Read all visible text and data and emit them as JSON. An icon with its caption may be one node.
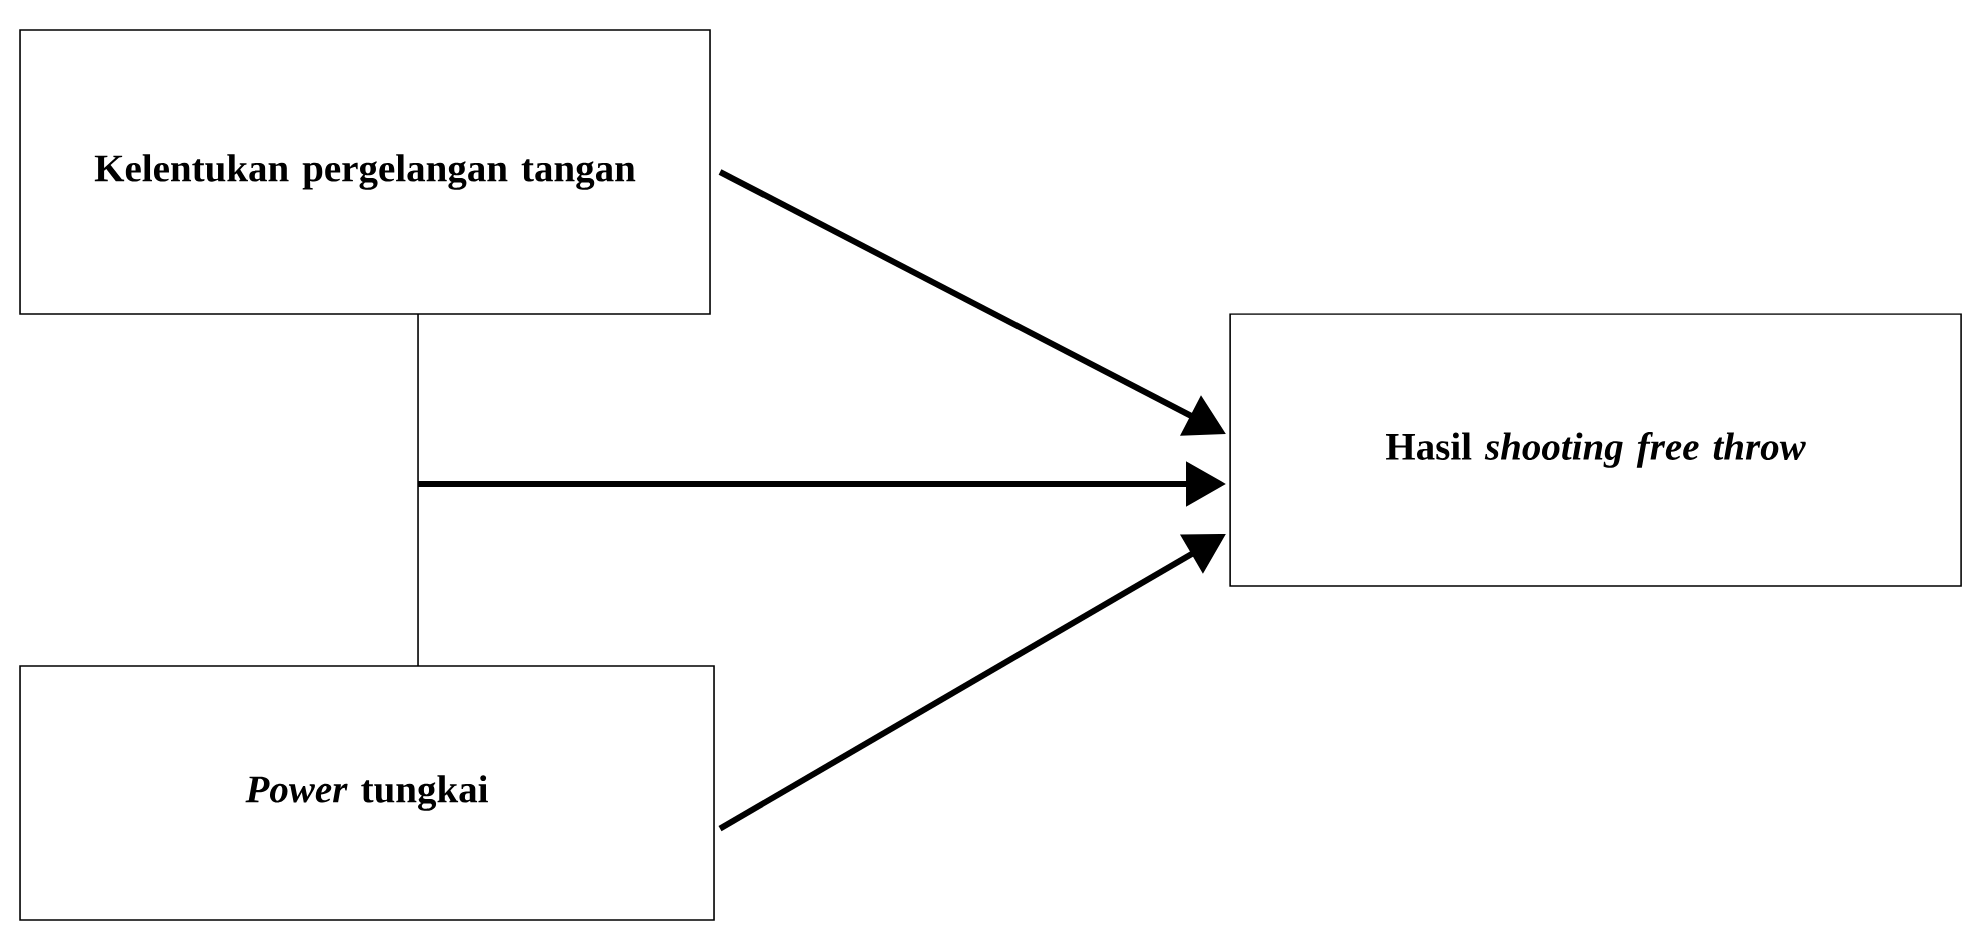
{
  "diagram": {
    "nodes": [
      {
        "text": [
          "Kelentukan pergelangan tangan"
        ]
      },
      {
        "text": [
          "*Power* tungkai"
        ]
      },
      {
        "text": [
          "Hasil *shooting free throw*"
        ]
      }
    ],
    "edges": [
      {
        "from": 0,
        "to": 2,
        "arrow": "to"
      },
      {
        "from": 1,
        "to": 2,
        "arrow": "to"
      },
      {
        "from": 0,
        "to": 2,
        "arrow": "to"
      },
      {
        "from": 1,
        "to": 2,
        "arrow": "to"
      }
    ]
  }
}
